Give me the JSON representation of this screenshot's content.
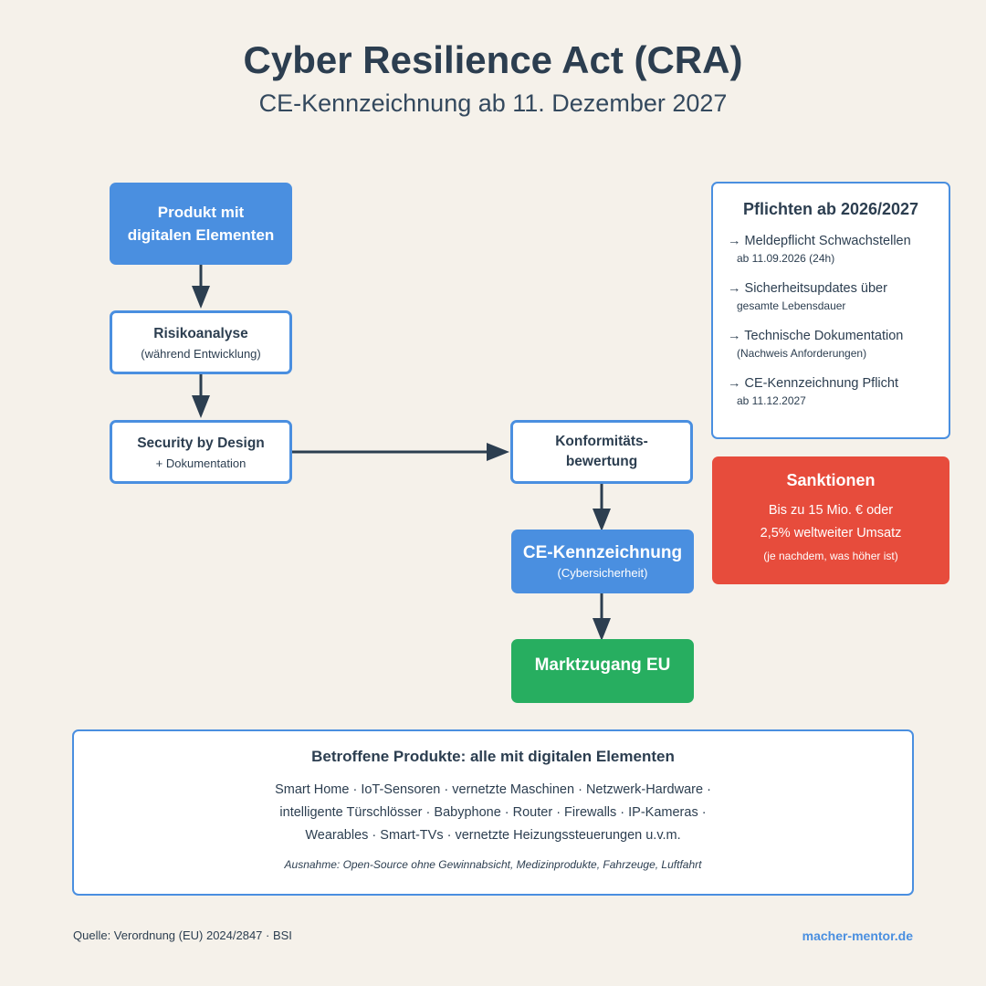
{
  "header": {
    "title": "Cyber Resilience Act (CRA)",
    "subtitle": "CE-Kennzeichnung ab 11. Dezember 2027"
  },
  "flow": {
    "product": {
      "line1": "Produkt mit",
      "line2": "digitalen Elementen"
    },
    "risk": {
      "title": "Risikoanalyse",
      "sub": "(während Entwicklung)"
    },
    "security": {
      "title": "Security by Design",
      "sub": "+ Dokumentation"
    },
    "conformity": {
      "line1": "Konformitäts-",
      "line2": "bewertung"
    },
    "ce": {
      "title": "CE-Kennzeichnung",
      "sub": "(Cybersicherheit)"
    },
    "market": {
      "title": "Marktzugang EU"
    }
  },
  "duties": {
    "title": "Pflichten ab 2026/2027",
    "items": [
      {
        "main": "→ Meldepflicht Schwachstellen",
        "sub": "ab 11.09.2026 (24h)"
      },
      {
        "main": "→ Sicherheitsupdates über",
        "sub": "gesamte Lebensdauer"
      },
      {
        "main": "→ Technische Dokumentation",
        "sub": "(Nachweis Anforderungen)"
      },
      {
        "main": "→ CE-Kennzeichnung Pflicht",
        "sub": "ab 11.12.2027"
      }
    ]
  },
  "sanctions": {
    "title": "Sanktionen",
    "line1": "Bis zu 15 Mio. € oder",
    "line2": "2,5% weltweiter Umsatz",
    "note": "(je nachdem, was höher ist)"
  },
  "products": {
    "title": "Betroffene Produkte: alle mit digitalen Elementen",
    "line1": "Smart Home · IoT-Sensoren · vernetzte Maschinen · Netzwerk-Hardware ·",
    "line2": "intelligente Türschlösser · Babyphone · Router · Firewalls · IP-Kameras ·",
    "line3": "Wearables · Smart-TVs · vernetzte Heizungssteuerungen u.v.m.",
    "note": "Ausnahme: Open-Source ohne Gewinnabsicht, Medizinprodukte, Fahrzeuge, Luftfahrt"
  },
  "footer": {
    "source": "Quelle: Verordnung (EU) 2024/2847 · BSI",
    "site": "macher-mentor.de"
  },
  "colors": {
    "primary_blue": "#4a8fe0",
    "green": "#27ae60",
    "red": "#e74c3c",
    "text": "#2c3e50",
    "background": "#f5f1ea"
  }
}
